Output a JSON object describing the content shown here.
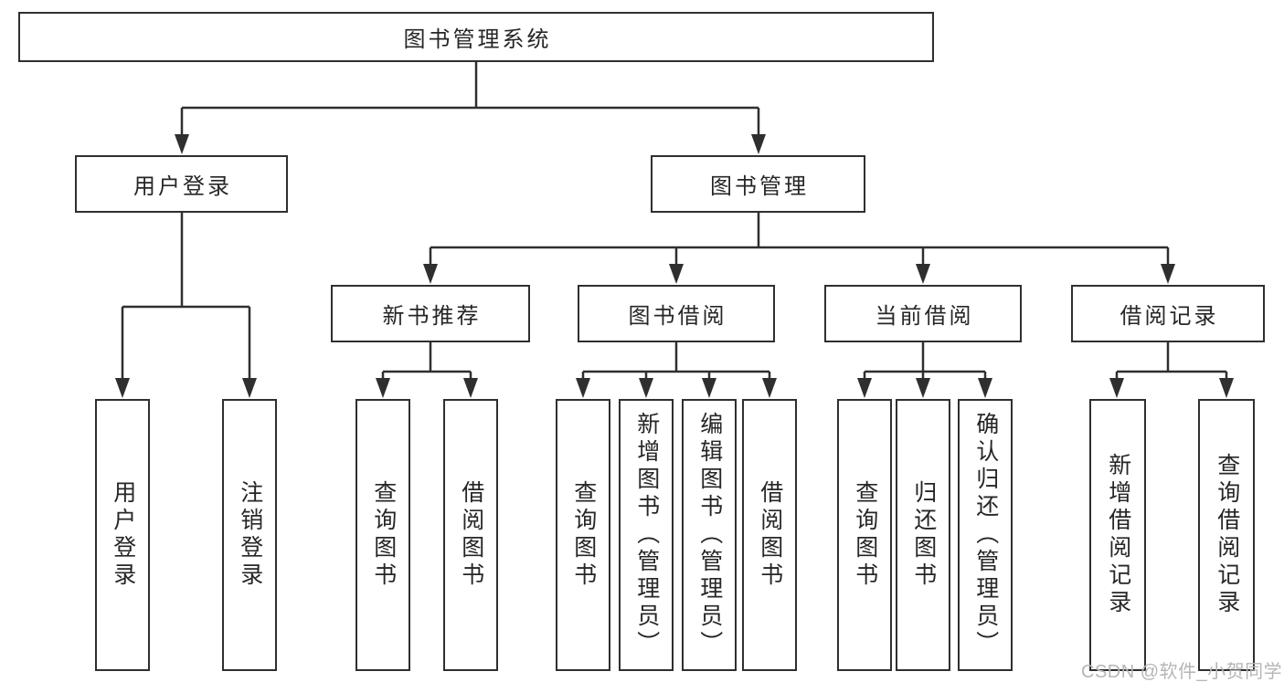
{
  "diagram": {
    "title": "图书管理系统",
    "nodes": {
      "root": "图书管理系统",
      "user_login": {
        "label": "用户登录",
        "leaves": [
          "用户登录",
          "注销登录"
        ]
      },
      "book_mgmt": {
        "label": "图书管理",
        "sections": {
          "new_books": {
            "label": "新书推荐",
            "leaves": [
              "查询图书",
              "借阅图书"
            ]
          },
          "borrowing": {
            "label": "图书借阅",
            "leaves": [
              "查询图书",
              "新增图书（管理员）",
              "编辑图书（管理员）",
              "借阅图书"
            ]
          },
          "current": {
            "label": "当前借阅",
            "leaves": [
              "查询图书",
              "归还图书",
              "确认归还（管理员）"
            ]
          },
          "records": {
            "label": "借阅记录",
            "leaves": [
              "新增借阅记录",
              "查询借阅记录"
            ]
          }
        }
      }
    },
    "watermark": "CSDN @软件_小贺同学",
    "colors": {
      "line": "#2f2f2f",
      "text": "#262626",
      "box_fill": "#ffffff",
      "background": "#ffffff",
      "watermark": "#b6b6b6"
    }
  }
}
